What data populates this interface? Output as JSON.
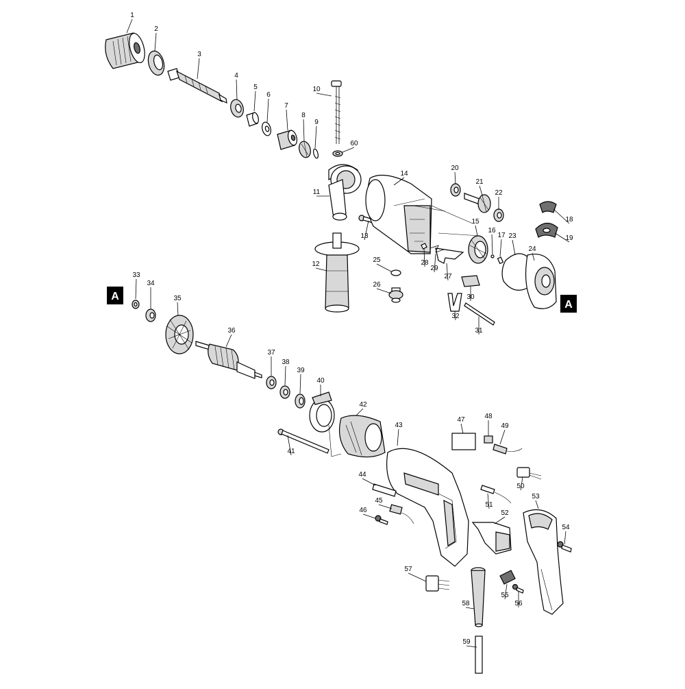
{
  "reference_markers": [
    "A",
    "A"
  ],
  "callouts": [
    {
      "id": "1",
      "label": "1"
    },
    {
      "id": "2",
      "label": "2"
    },
    {
      "id": "3",
      "label": "3"
    },
    {
      "id": "4",
      "label": "4"
    },
    {
      "id": "5",
      "label": "5"
    },
    {
      "id": "6",
      "label": "6"
    },
    {
      "id": "7",
      "label": "7"
    },
    {
      "id": "8",
      "label": "8"
    },
    {
      "id": "9",
      "label": "9"
    },
    {
      "id": "10",
      "label": "10"
    },
    {
      "id": "11",
      "label": "11"
    },
    {
      "id": "12",
      "label": "12"
    },
    {
      "id": "13",
      "label": "13"
    },
    {
      "id": "14",
      "label": "14"
    },
    {
      "id": "15",
      "label": "15"
    },
    {
      "id": "16",
      "label": "16"
    },
    {
      "id": "17",
      "label": "17"
    },
    {
      "id": "18",
      "label": "18"
    },
    {
      "id": "19",
      "label": "19"
    },
    {
      "id": "20",
      "label": "20"
    },
    {
      "id": "21",
      "label": "21"
    },
    {
      "id": "22",
      "label": "22"
    },
    {
      "id": "23",
      "label": "23"
    },
    {
      "id": "24",
      "label": "24"
    },
    {
      "id": "25",
      "label": "25"
    },
    {
      "id": "26",
      "label": "26"
    },
    {
      "id": "27",
      "label": "27"
    },
    {
      "id": "28",
      "label": "28"
    },
    {
      "id": "29",
      "label": "29"
    },
    {
      "id": "30",
      "label": "30"
    },
    {
      "id": "31",
      "label": "31"
    },
    {
      "id": "32",
      "label": "32"
    },
    {
      "id": "33",
      "label": "33"
    },
    {
      "id": "34",
      "label": "34"
    },
    {
      "id": "35",
      "label": "35"
    },
    {
      "id": "36",
      "label": "36"
    },
    {
      "id": "37",
      "label": "37"
    },
    {
      "id": "38",
      "label": "38"
    },
    {
      "id": "39",
      "label": "39"
    },
    {
      "id": "40",
      "label": "40"
    },
    {
      "id": "41",
      "label": "41"
    },
    {
      "id": "42",
      "label": "42"
    },
    {
      "id": "43",
      "label": "43"
    },
    {
      "id": "44",
      "label": "44"
    },
    {
      "id": "45",
      "label": "45"
    },
    {
      "id": "46",
      "label": "46"
    },
    {
      "id": "47",
      "label": "47"
    },
    {
      "id": "48",
      "label": "48"
    },
    {
      "id": "49",
      "label": "49"
    },
    {
      "id": "50",
      "label": "50"
    },
    {
      "id": "51",
      "label": "51"
    },
    {
      "id": "52",
      "label": "52"
    },
    {
      "id": "53",
      "label": "53"
    },
    {
      "id": "54",
      "label": "54"
    },
    {
      "id": "55",
      "label": "55"
    },
    {
      "id": "56",
      "label": "56"
    },
    {
      "id": "57",
      "label": "57"
    },
    {
      "id": "58",
      "label": "58"
    },
    {
      "id": "59",
      "label": "59"
    },
    {
      "id": "60",
      "label": "60"
    }
  ]
}
